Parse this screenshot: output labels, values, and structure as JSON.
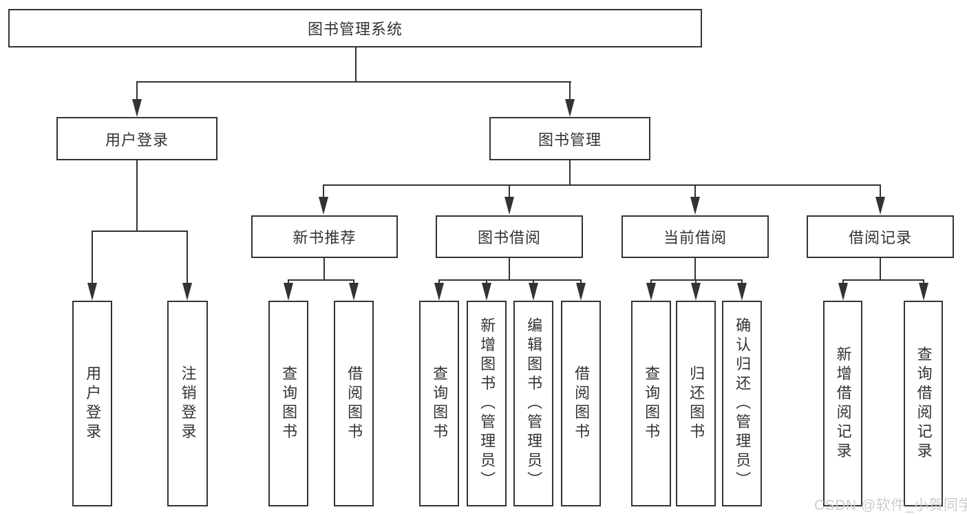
{
  "diagram": {
    "title": "图书管理系统",
    "root": {
      "label": "图书管理系统"
    },
    "level2": [
      {
        "label": "用户登录"
      },
      {
        "label": "图书管理"
      }
    ],
    "level3": [
      {
        "label": "新书推荐"
      },
      {
        "label": "图书借阅"
      },
      {
        "label": "当前借阅"
      },
      {
        "label": "借阅记录"
      }
    ],
    "leaves": {
      "user_login": [
        "用户登录",
        "注销登录"
      ],
      "new_book": [
        "查询图书",
        "借阅图书"
      ],
      "book_borrow": [
        "查询图书",
        "新增图书（管理员）",
        "编辑图书（管理员）",
        "借阅图书"
      ],
      "current_borrow": [
        "查询图书",
        "归还图书",
        "确认归还（管理员）"
      ],
      "borrow_record": [
        "新增借阅记录",
        "查询借阅记录"
      ]
    },
    "watermark": "CSDN @软件_小贺同学",
    "colors": {
      "line": "#333333",
      "text": "#333333",
      "background": "#ffffff",
      "watermark": "#cccccc"
    }
  }
}
